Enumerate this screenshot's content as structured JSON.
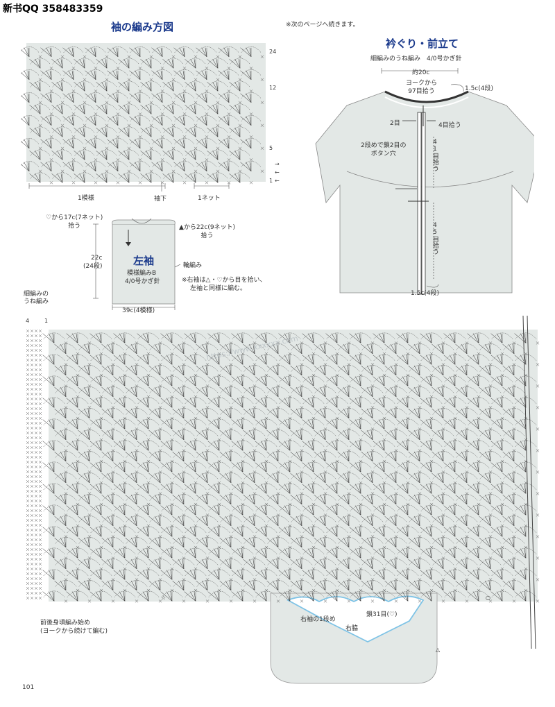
{
  "header": {
    "text": "新书QQ 358483359"
  },
  "note_top": "※次のページへ続きます。",
  "sleeve_chart": {
    "title": "袖の編み方図",
    "row_labels": [
      "24",
      "12",
      "5",
      "1"
    ],
    "label_repeat": "1模様",
    "label_underarm": "袖下",
    "label_net": "1ネット"
  },
  "collar_section": {
    "title": "衿ぐり・前立て",
    "subtitle": "細編みのうね編み　4/0号かぎ針",
    "width": "約20c",
    "yoke_pickup_1": "ヨークから",
    "yoke_pickup_2": "97目拾う",
    "band_top": "1.5c(4段)",
    "label_2st": "2目",
    "label_4st": "4目拾う",
    "buttonhole_1": "2段めで鎖2目の",
    "buttonhole_2": "ボタン穴",
    "pickup_41": "41目拾う",
    "pickup_45": "45目拾う",
    "band_bottom": "1.5c(4段)"
  },
  "left_sleeve": {
    "heart_pickup_1": "♡から17c(7ネット)",
    "heart_pickup_2": "拾う",
    "tri_pickup_1": "▲から22c(9ネット)",
    "tri_pickup_2": "拾う",
    "height_1": "22c",
    "height_2": "(24段)",
    "title": "左袖",
    "pattern": "模様編みB",
    "hook": "4/0号かぎ針",
    "rib_label": "輪編み",
    "note_1": "※右袖は△・♡から目を拾い、",
    "note_2": "左袖と同様に編む。",
    "width": "39c(4模様)"
  },
  "body_chart": {
    "edge_label_1": "細編みの",
    "edge_label_2": "うね編み",
    "edge_count_4": "4",
    "edge_count_1": "1",
    "start_label_1": "前後身頃編み始め",
    "start_label_2": "(ヨークから続けて編む)",
    "label_sleeve_row1": "右袖の1段め",
    "label_side": "右脇",
    "label_chain": "鎖31目(♡)",
    "watermark": "https://www.xxxxxx.com"
  },
  "footer": {
    "page_number": "101"
  },
  "colors": {
    "chart_fill": "#e3e8e6",
    "title_blue": "#1b3a8c",
    "stitch": "#4a4a4a",
    "highlight_blue": "#7ec3e6"
  }
}
